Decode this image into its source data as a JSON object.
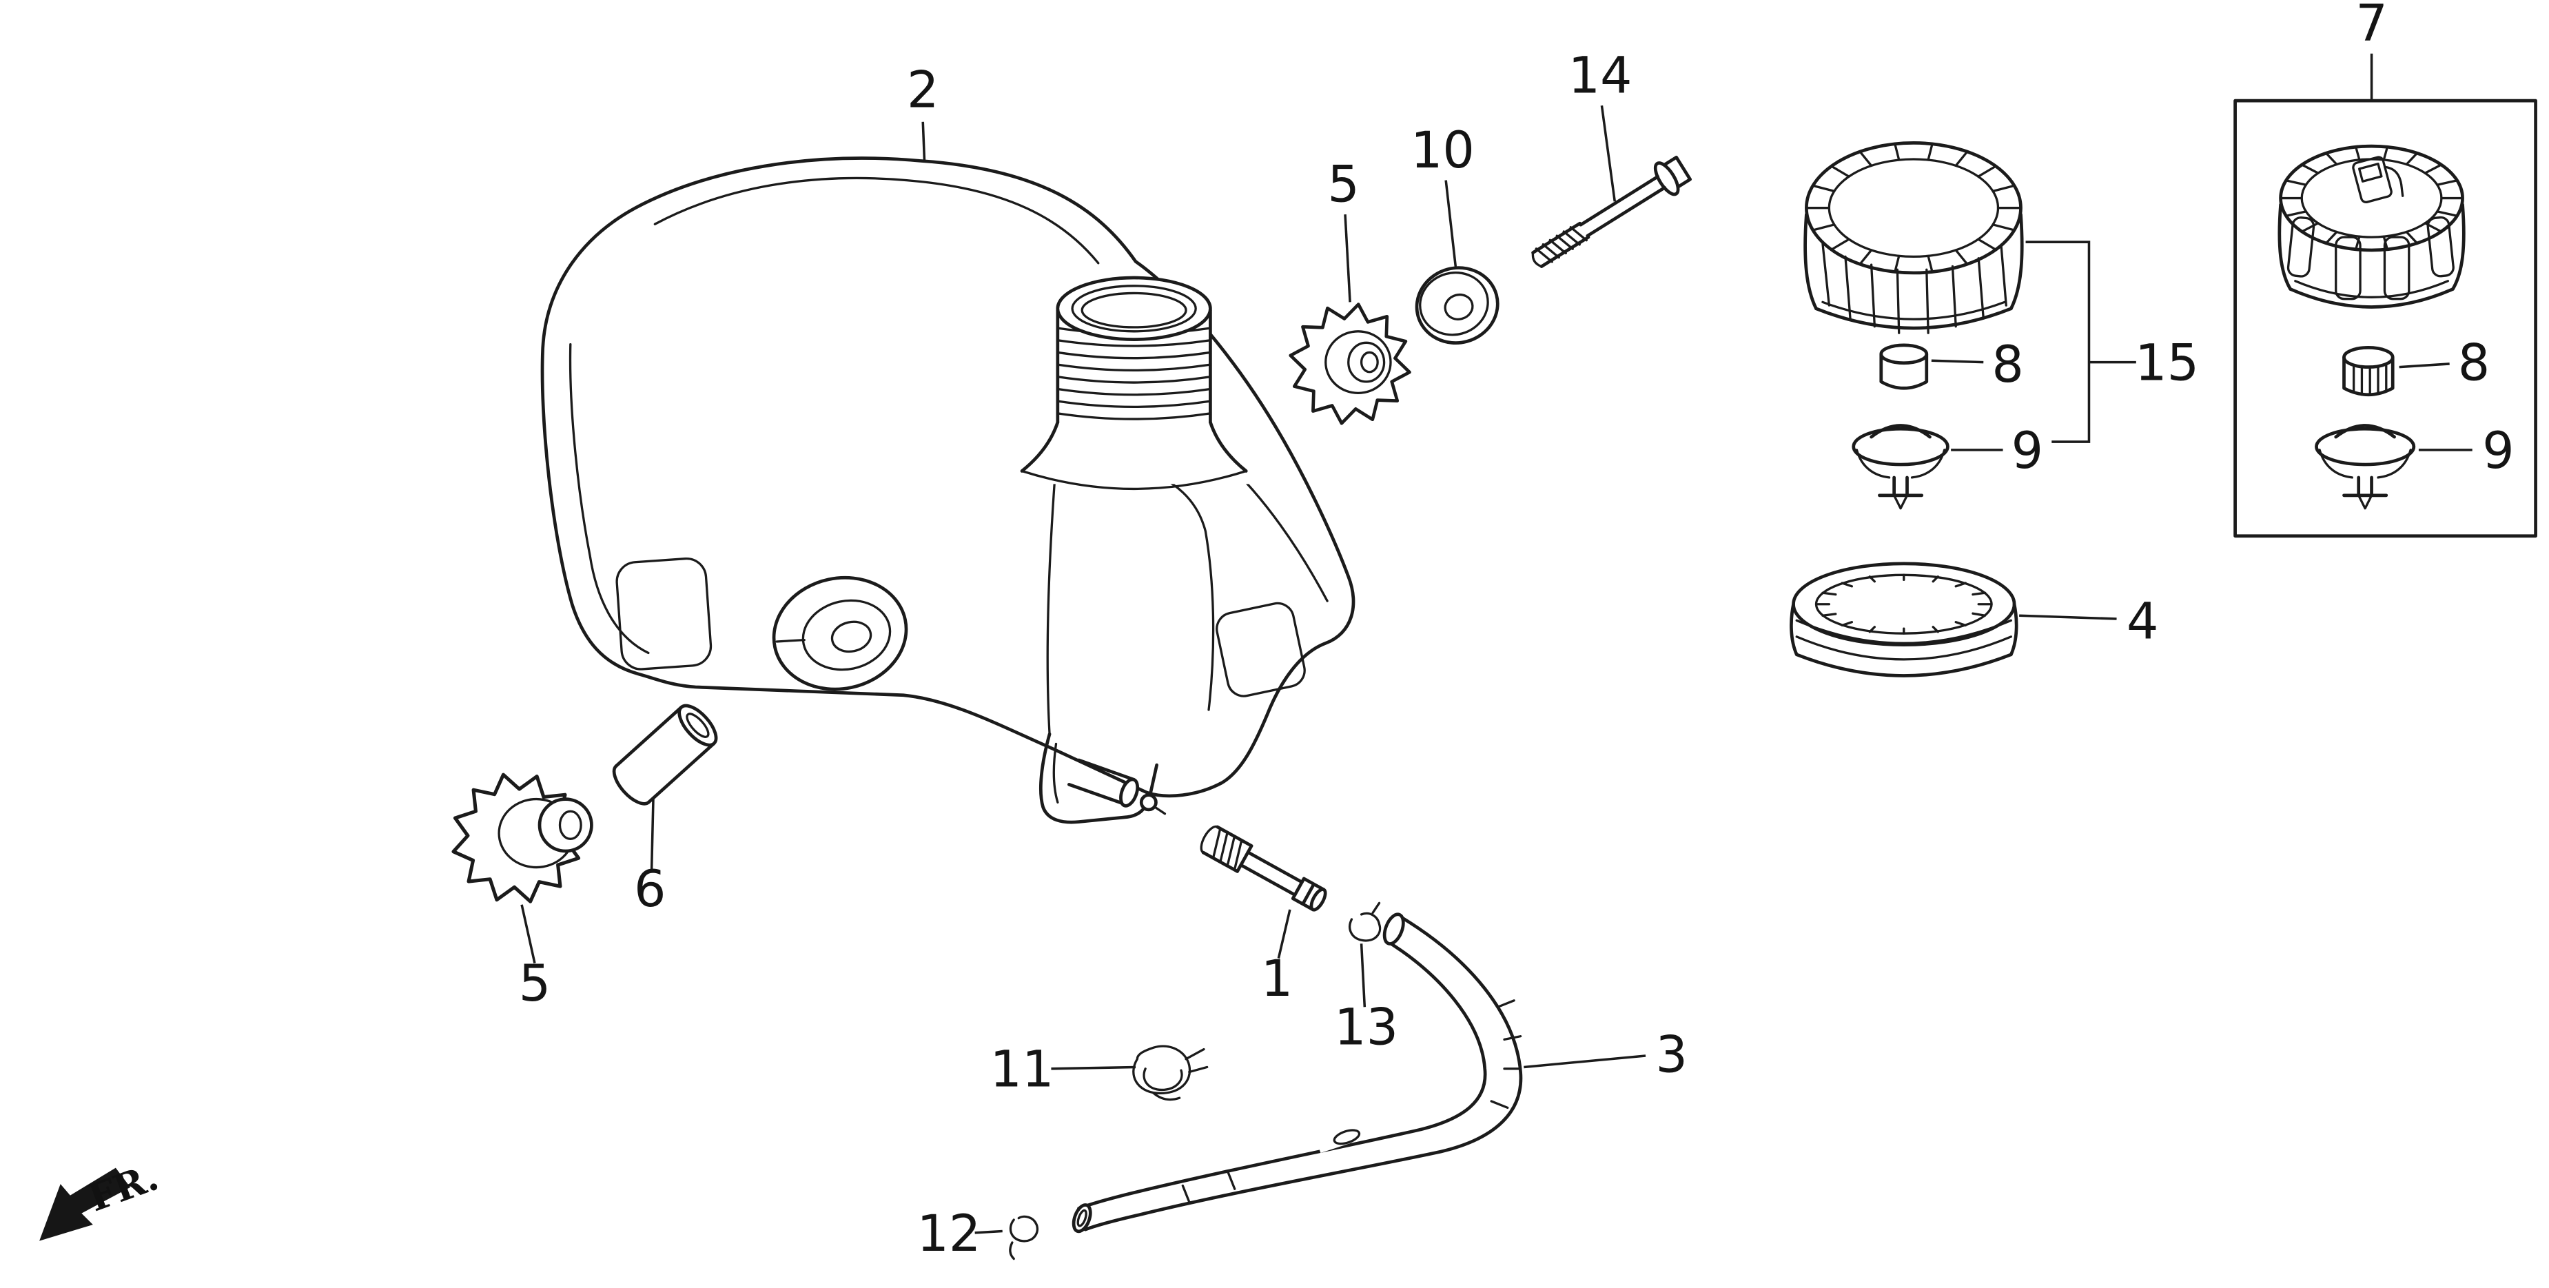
{
  "diagram": {
    "direction_label": "FR.",
    "ink_color": "#1b1b1b",
    "background_color": "#ffffff",
    "callouts": {
      "part1": "1",
      "part2": "2",
      "part3": "3",
      "part4": "4",
      "part5_left": "5",
      "part5_upper": "5",
      "part6": "6",
      "part7": "7",
      "part8_main": "8",
      "part8_inset": "8",
      "part9_main": "9",
      "part9_inset": "9",
      "part10": "10",
      "part11": "11",
      "part12": "12",
      "part13": "13",
      "part14": "14",
      "part15": "15"
    }
  }
}
